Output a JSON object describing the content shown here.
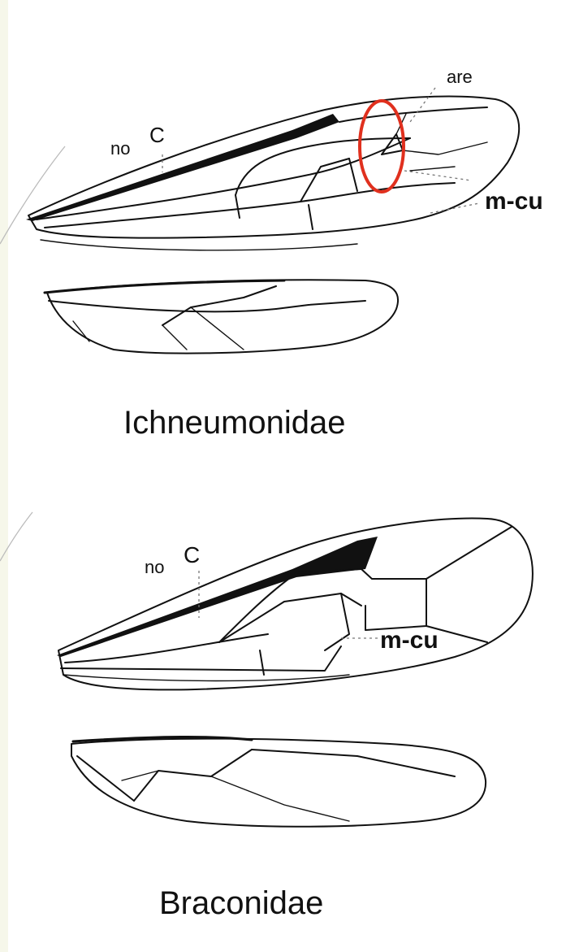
{
  "annotations": {
    "are": "are",
    "no_c_top": {
      "prefix": "no",
      "letter": "C"
    },
    "mcu_top": "m-cu",
    "no_c_bottom": {
      "prefix": "no",
      "letter": "C"
    },
    "mcu_bottom": "m-cu"
  },
  "families": {
    "top": "Ichneumonidae",
    "bottom": "Braconidae"
  },
  "highlight_color": "#e0301e"
}
